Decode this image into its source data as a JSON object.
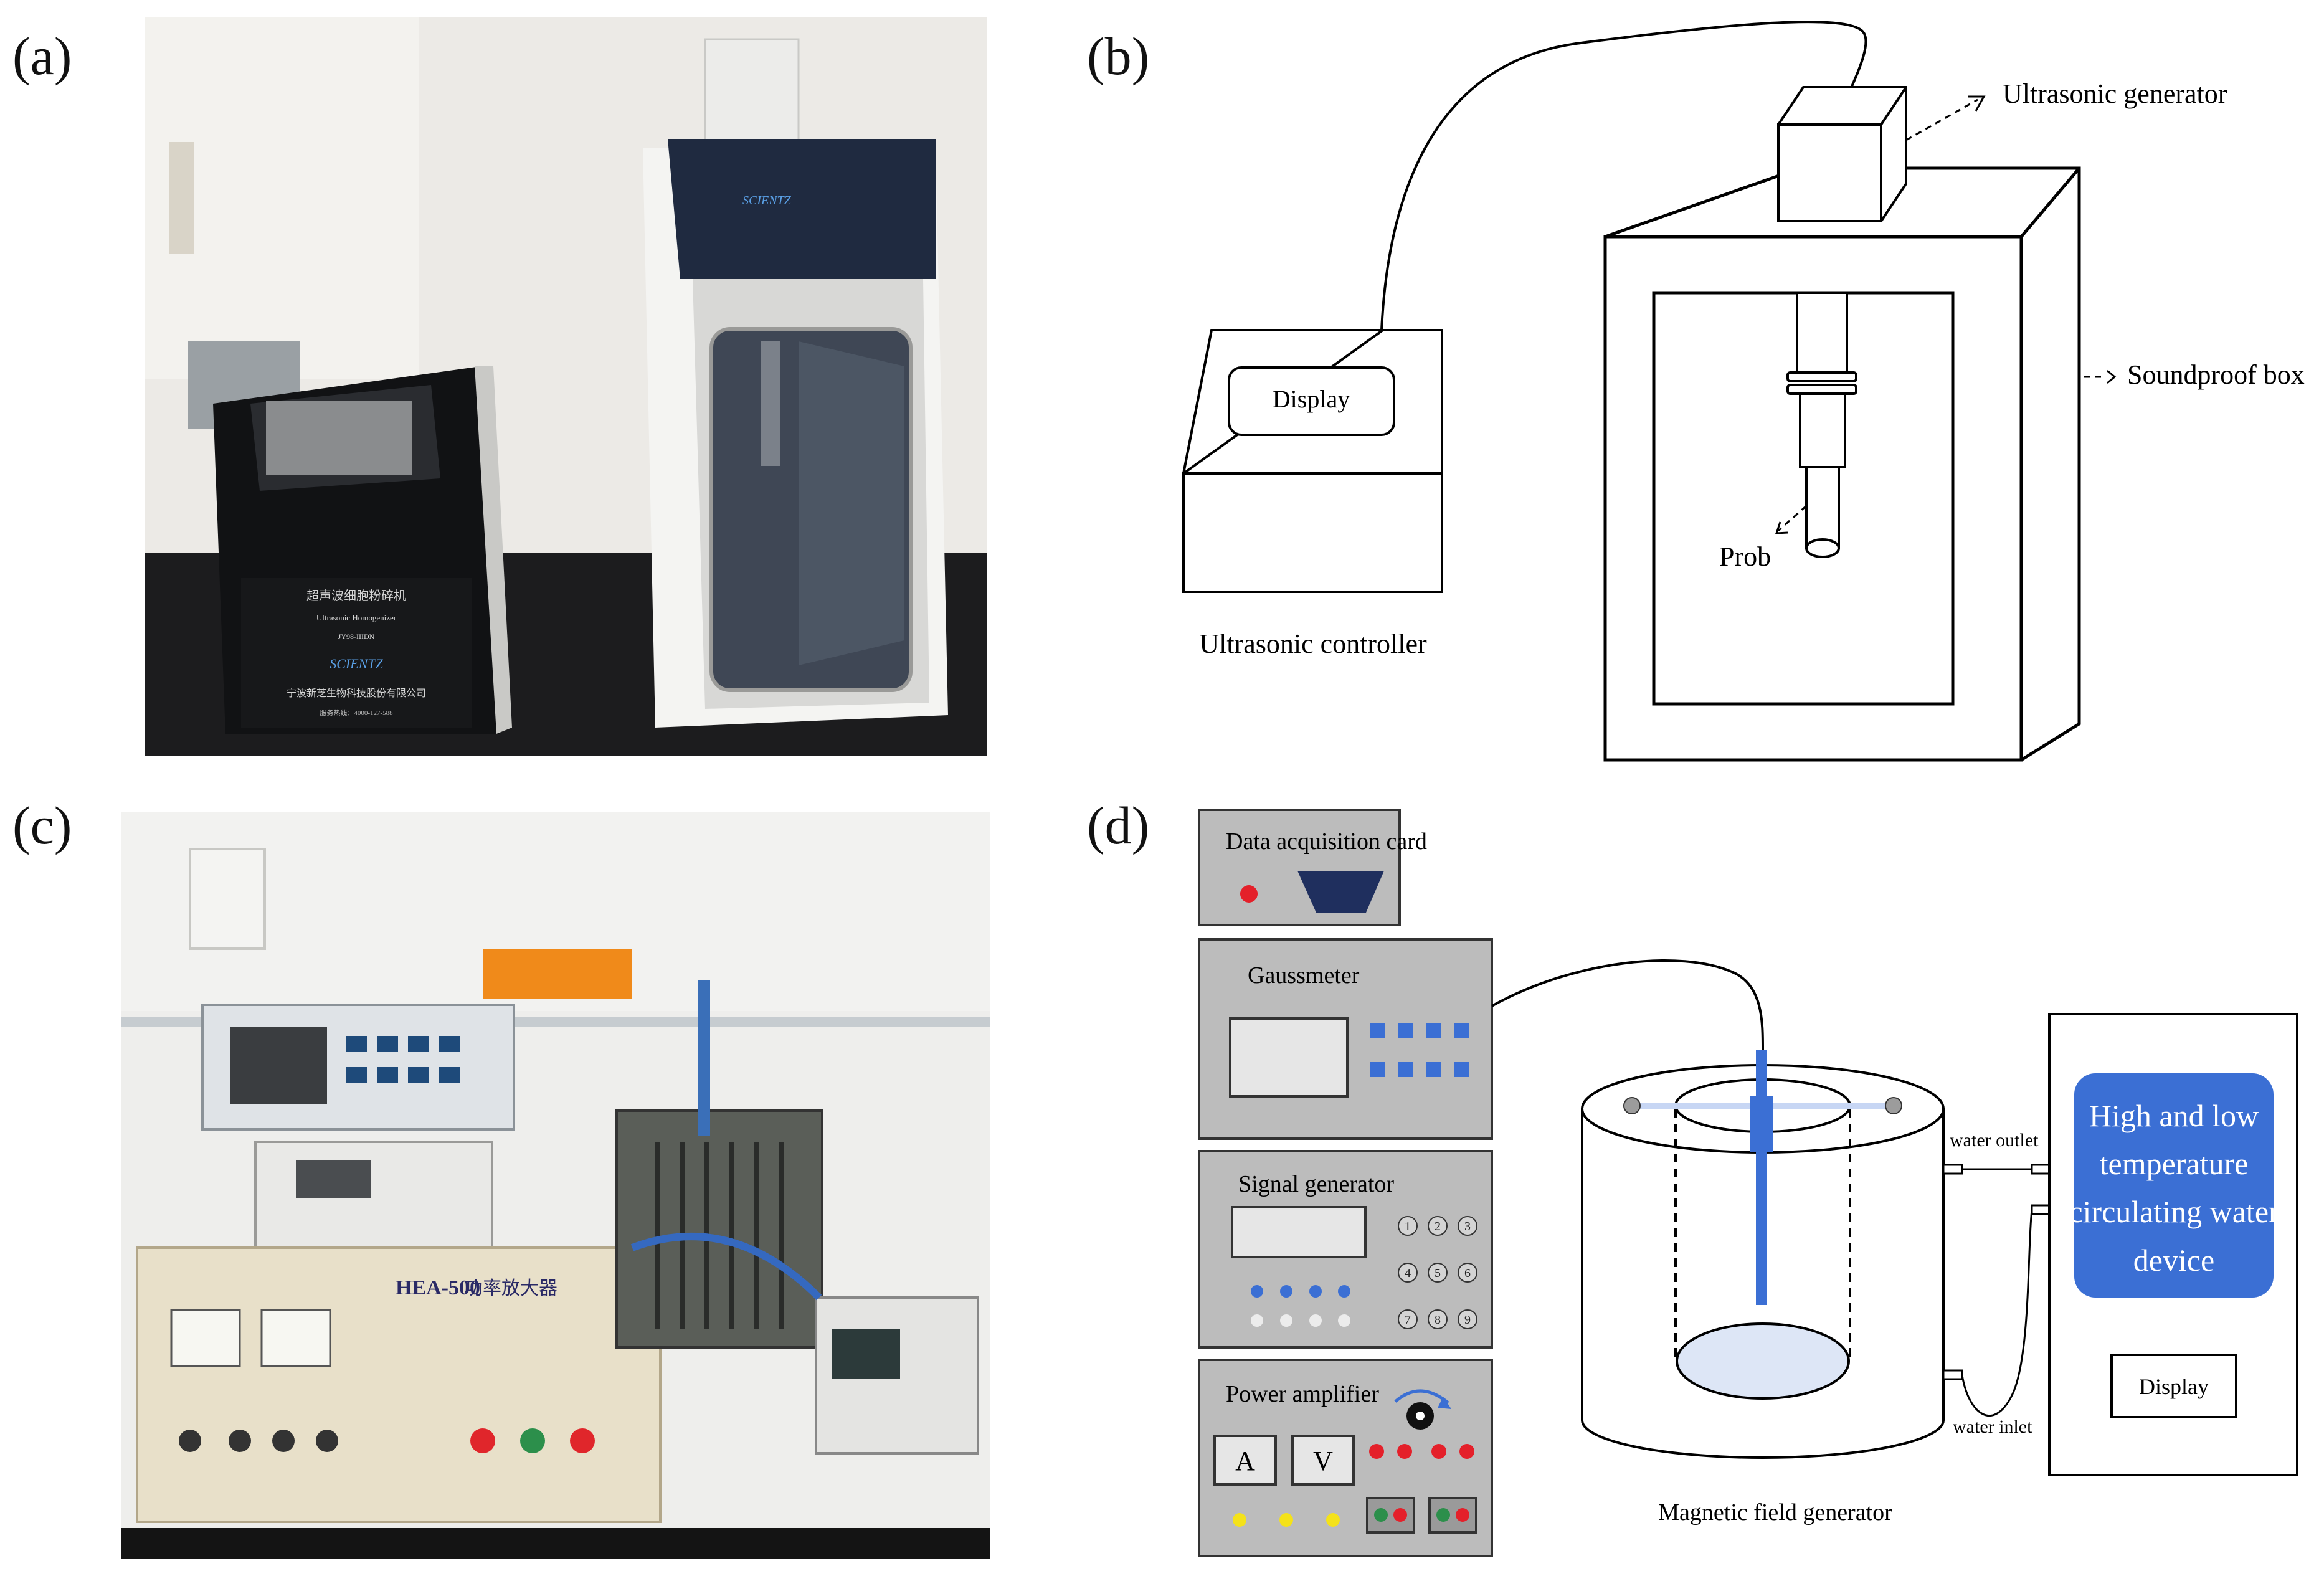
{
  "panels": {
    "a": {
      "label": "(a)"
    },
    "b": {
      "label": "(b)"
    },
    "c": {
      "label": "(c)"
    },
    "d": {
      "label": "(d)"
    }
  },
  "photo_a": {
    "device_text_cn": "超声波细胞粉碎机",
    "device_text_en": "Ultrasonic Homogenizer",
    "model": "JY98-IIIDN",
    "brand": "SCIENTZ",
    "company_cn": "宁波新芝生物科技股份有限公司",
    "hotline": "服务热线：4000-127-588"
  },
  "photo_c": {
    "amp_label": "HEA-500",
    "amp_title_cn": "功率放大器"
  },
  "diagram_b": {
    "display": "Display",
    "ultrasonic_controller": "Ultrasonic controller",
    "ultrasonic_generator": "Ultrasonic generator",
    "soundproof_box": "Soundproof box",
    "prob": "Prob"
  },
  "diagram_d": {
    "data_acquisition_card": "Data acquisition card",
    "gaussmeter": "Gaussmeter",
    "signal_generator": "Signal generator",
    "power_amplifier": "Power amplifier",
    "a_button": "A",
    "v_button": "V",
    "keypad": [
      "1",
      "2",
      "3",
      "4",
      "5",
      "6",
      "7",
      "8",
      "9"
    ],
    "water_outlet": "water outlet",
    "water_inlet": "water inlet",
    "magnetic_field_generator": "Magnetic field generator",
    "circulator_line1": "High and low",
    "circulator_line2": "temperature",
    "circulator_line3": "circulating water",
    "circulator_line4": "device",
    "display": "Display",
    "colors": {
      "panel_gray": "#b9b9b9",
      "blue": "#3b6fd4",
      "dark_navy": "#1f2f5e",
      "red": "#e4202a",
      "yellow": "#f4e21a",
      "light_blue": "#dde6f6"
    }
  }
}
